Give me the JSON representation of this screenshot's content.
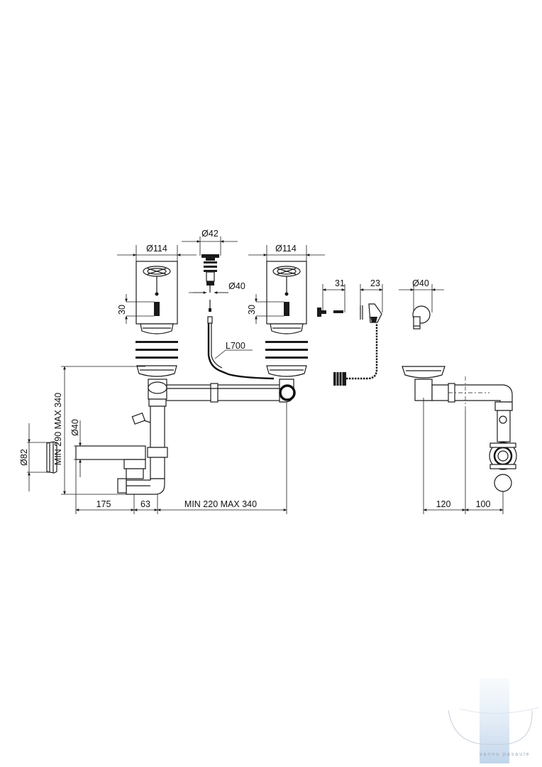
{
  "dimensions": {
    "left_strainer_dia": "Ø114",
    "center_button_dia": "Ø42",
    "right_strainer_dia": "Ø114",
    "button_bottom_dia": "Ø40",
    "left_depth": "30",
    "right_depth": "30",
    "cable_length": "L700",
    "part_a_width": "31",
    "part_b_width": "23",
    "part_c_dia": "Ø40",
    "height_range": "MIN 290 MAX 340",
    "side_outlet_dia": "Ø40",
    "connector_dia": "Ø82",
    "offset_left": "175",
    "offset_mid": "63",
    "width_range": "MIN 220 MAX 340",
    "side_view_a": "120",
    "side_view_b": "100"
  },
  "watermark": {
    "text": "vannu pasaule",
    "color": "#c9dcef"
  },
  "colors": {
    "line": "#1a1a1a",
    "background": "#ffffff"
  }
}
